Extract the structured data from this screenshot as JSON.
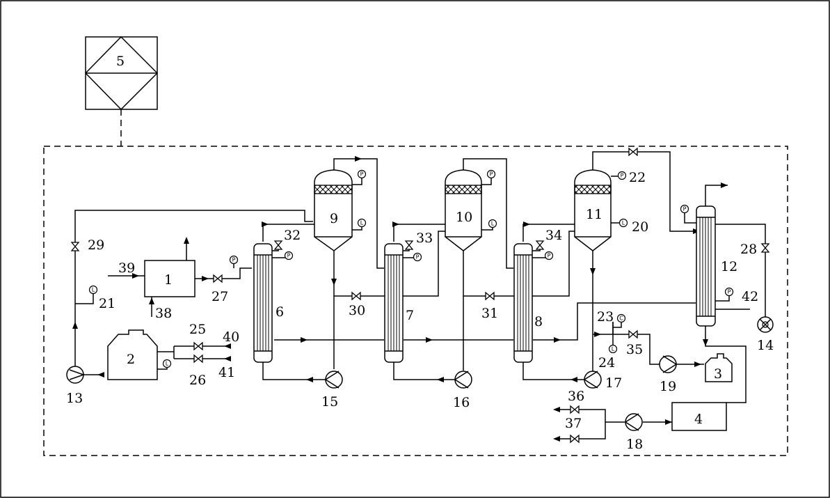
{
  "labels": {
    "l1": "1",
    "l2": "2",
    "l3": "3",
    "l4": "4",
    "l5": "5",
    "l6": "6",
    "l7": "7",
    "l8": "8",
    "l9": "9",
    "l10": "10",
    "l11": "11",
    "l12": "12",
    "l13": "13",
    "l14": "14",
    "l15": "15",
    "l16": "16",
    "l17": "17",
    "l18": "18",
    "l19": "19",
    "l20": "20",
    "l21": "21",
    "l22": "22",
    "l23": "23",
    "l24": "24",
    "l25": "25",
    "l26": "26",
    "l27": "27",
    "l28": "28",
    "l29": "29",
    "l30": "30",
    "l31": "31",
    "l32": "32",
    "l33": "33",
    "l34": "34",
    "l35": "35",
    "l36": "36",
    "l37": "37",
    "l38": "38",
    "l39": "39",
    "l40": "40",
    "l41": "41",
    "l42": "42"
  },
  "instrument_symbols": {
    "pressure": "P",
    "level": "L",
    "concentration": "C"
  },
  "colors": {
    "line": "#000000",
    "background": "#ffffff"
  }
}
